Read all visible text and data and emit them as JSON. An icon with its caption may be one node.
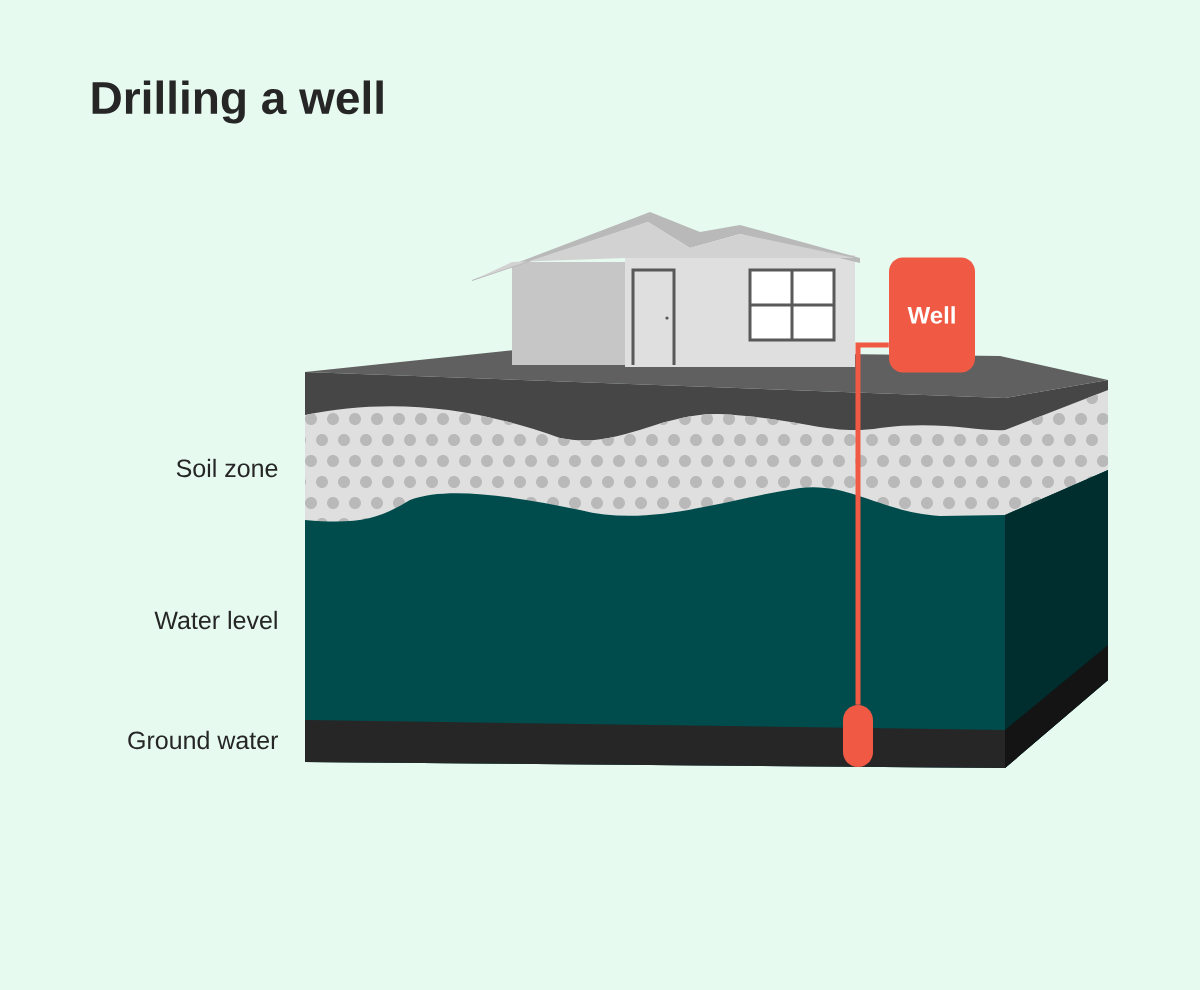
{
  "diagram": {
    "title": "Drilling a well",
    "nodes": [
      {
        "text": [
          "Well"
        ]
      },
      {
        "text": [],
        "shape": "cylinder"
      }
    ],
    "edges": [
      {
        "from": 0,
        "to": 1,
        "arrow": "none"
      }
    ],
    "labels": [
      "Soil zone",
      "Water level",
      "Ground water"
    ]
  }
}
